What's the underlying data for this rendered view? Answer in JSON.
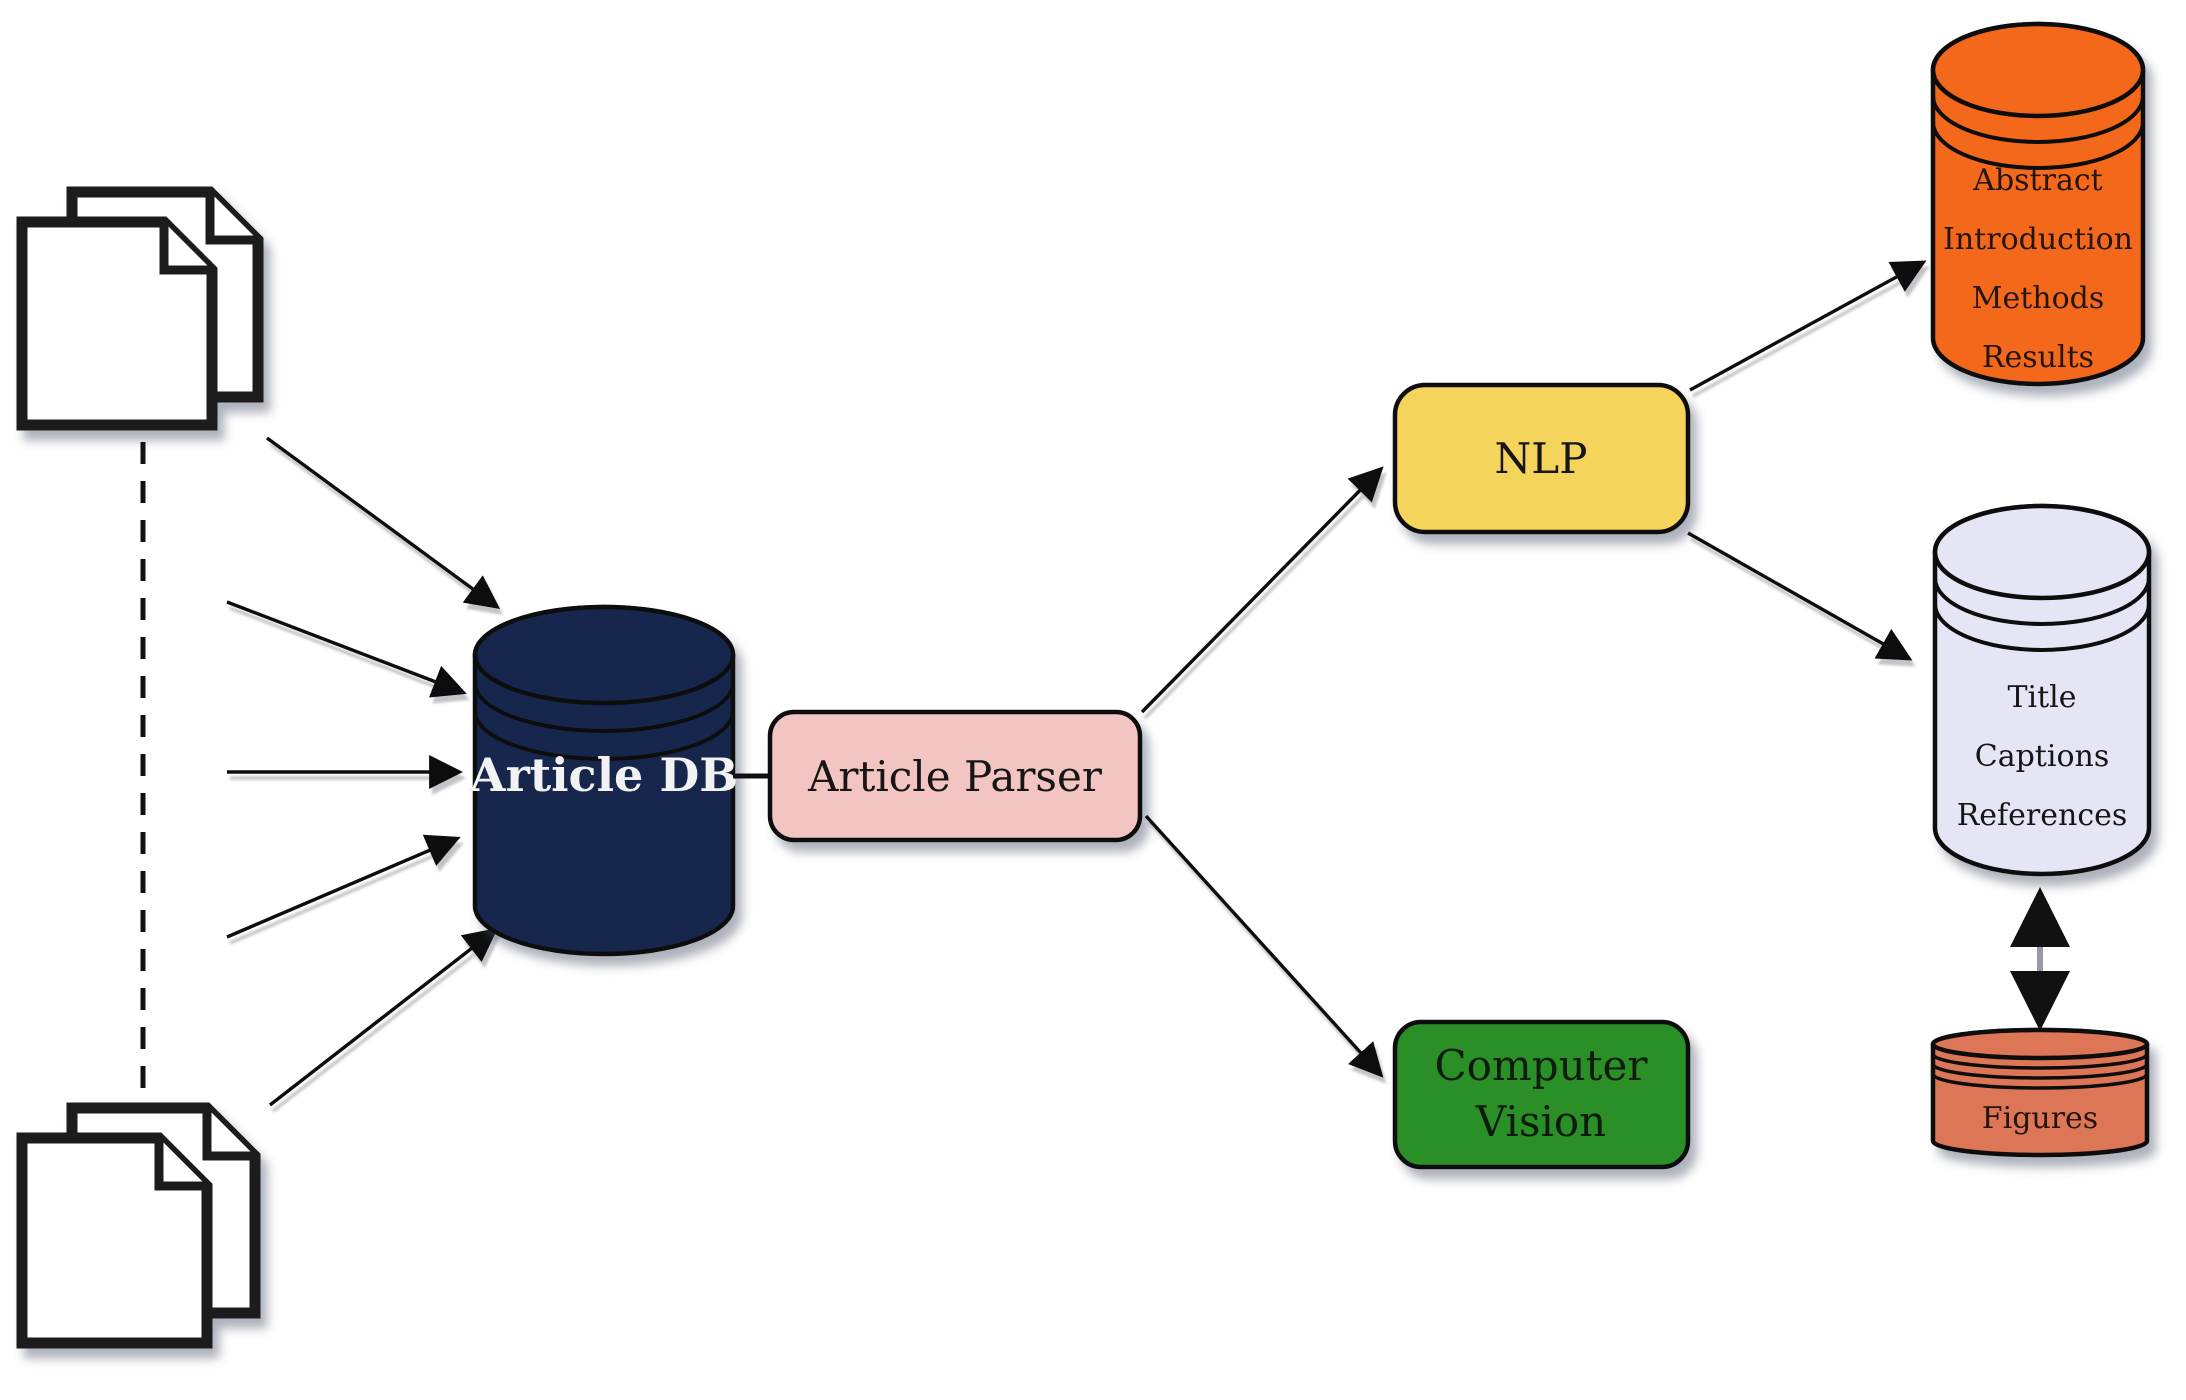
{
  "diagram": {
    "description": "Article processing pipeline flowchart",
    "nodes": {
      "documents_top": {
        "icon": "stacked-documents"
      },
      "documents_bottom": {
        "icon": "stacked-documents"
      },
      "article_db": {
        "label": "Article DB",
        "fill": "#14284e",
        "text_color": "#f2f2f2"
      },
      "article_parser": {
        "label": "Article Parser",
        "fill": "#f3c5c2",
        "text_color": "#151515"
      },
      "nlp": {
        "label": "NLP",
        "fill": "#f5d45c",
        "text_color": "#151515"
      },
      "computer_vision": {
        "lines": [
          "Computer",
          "Vision"
        ],
        "fill": "#2b8f28",
        "text_color": "#0a1e0a"
      },
      "sections_store": {
        "lines": [
          "Abstract",
          "Introduction",
          "Methods",
          "Results"
        ],
        "fill": "#f4671e",
        "text_color": "#221308"
      },
      "text_store": {
        "lines": [
          "Title",
          "Captions",
          "References"
        ],
        "fill": "#e6e5f6",
        "text_color": "#151515"
      },
      "figures_store": {
        "label": "Figures",
        "fill": "#dd7656",
        "text_color": "#221308"
      }
    },
    "edges": {
      "stroke_color": "#111111",
      "double_arrow_shaft_color": "#9a9aa6",
      "connections": [
        {
          "from": "documents",
          "to": "article_db",
          "arrows": 5
        },
        {
          "from": "article_db",
          "to": "article_parser",
          "type": "plain-line"
        },
        {
          "from": "article_parser",
          "to": "nlp"
        },
        {
          "from": "article_parser",
          "to": "computer_vision"
        },
        {
          "from": "nlp",
          "to": "sections_store"
        },
        {
          "from": "nlp",
          "to": "text_store"
        },
        {
          "from": "computer_vision",
          "to": "figures_store"
        },
        {
          "from": "text_store",
          "to": "figures_store",
          "type": "double-headed"
        }
      ]
    }
  }
}
